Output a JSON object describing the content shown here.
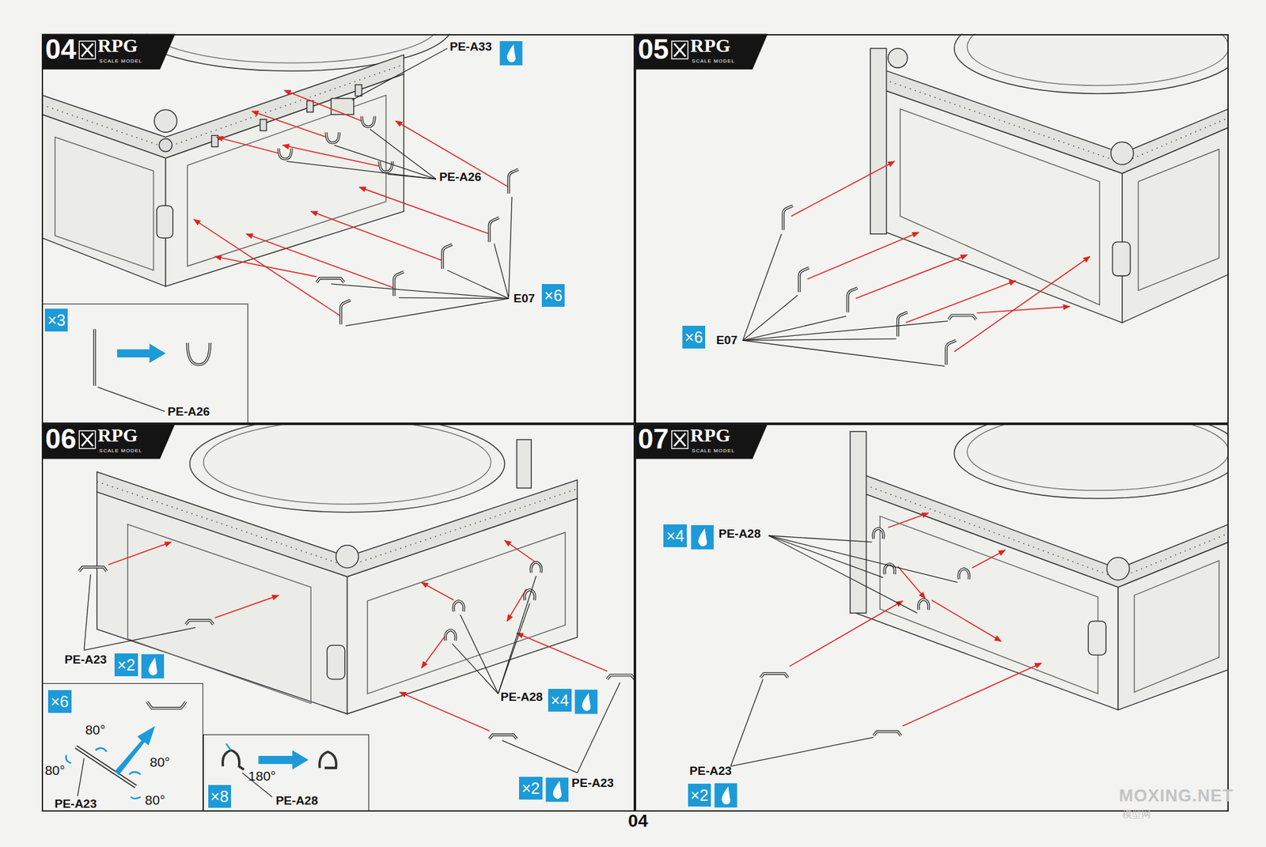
{
  "diagram": {
    "nodes": [
      {
        "text": [
          "04",
          "RPG",
          "SCALE MODEL"
        ]
      },
      {
        "text": [
          "×3",
          "PE-A26"
        ],
        "in": 0
      },
      {
        "text": [
          "05",
          "RPG",
          "SCALE MODEL"
        ]
      },
      {
        "text": [
          "06",
          "RPG",
          "SCALE MODEL"
        ]
      },
      {
        "text": [
          "×6",
          "80°",
          "80°",
          "80°",
          "80°",
          "PE-A23"
        ],
        "in": 3
      },
      {
        "text": [
          "180°",
          "×8",
          "PE-A28"
        ],
        "in": 3
      },
      {
        "text": [
          "07",
          "RPG",
          "SCALE MODEL"
        ]
      }
    ],
    "labels": [
      "PE-A33",
      "PE-A26",
      "E07",
      "×6",
      "×6",
      "E07",
      "PE-A23",
      "×2",
      "PE-A28",
      "×4",
      "×2",
      "PE-A23",
      "×4",
      "PE-A28",
      "PE-A23",
      "×2",
      "04",
      "MOXING.NET",
      "模型网"
    ]
  }
}
